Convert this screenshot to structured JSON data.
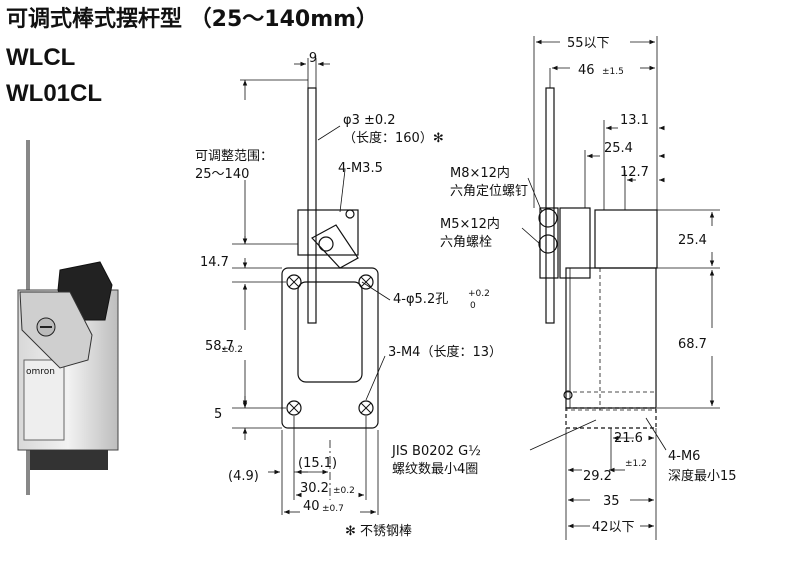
{
  "header": {
    "title": "可调式棒式摆杆型 （25～140mm）",
    "models": [
      "WLCL",
      "WL01CL"
    ]
  },
  "photo": {
    "brand": "omron"
  },
  "front_view": {
    "dim_top": "9",
    "rod_dia": "φ3 ±0.2",
    "rod_length": "（长度：160）✻",
    "adjust_label": "可调整范围：",
    "adjust_range": "25～140",
    "screw_4m35": "4-M3.5",
    "dim_14_7": "14.7",
    "hole_label": "4-φ5.2孔",
    "hole_tol_up": "+0.2",
    "hole_tol_down": "0",
    "dim_58_7": "58.7",
    "tol_58_7": "±0.2",
    "screw_3m4": "3-M4（长度：13）",
    "dim_5": "5",
    "dim_4_9": "(4.9)",
    "dim_15_1": "(15.1)",
    "dim_30_2": "30.2",
    "tol_30_2": "±0.2",
    "dim_40": "40",
    "tol_40": "±0.7",
    "footnote": "✻ 不锈钢棒"
  },
  "side_view": {
    "dim_55": "55以下",
    "dim_46": "46",
    "tol_46": "±1.5",
    "dim_13_1": "13.1",
    "dim_25_4_top": "25.4",
    "dim_12_7": "12.7",
    "m8_line1": "M8×12内",
    "m8_line2": "六角定位螺钉",
    "m5_line1": "M5×12内",
    "m5_line2": "六角螺栓",
    "dim_25_4_right": "25.4",
    "dim_68_7": "68.7",
    "jis_line1": "JIS B0202 G½",
    "jis_line2": "螺纹数最小4圈",
    "dim_21_6": "21.6",
    "dim_29_2": "29.2",
    "tol_29_2": "±1.2",
    "m6_line1": "4-M6",
    "m6_line2": "深度最小15",
    "dim_35": "35",
    "dim_42": "42以下"
  }
}
